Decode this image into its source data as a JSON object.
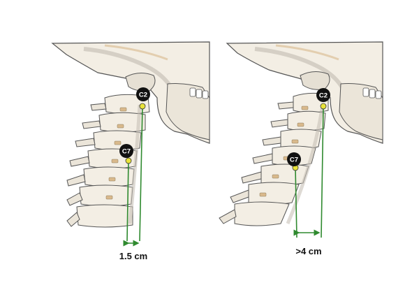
{
  "panels": [
    {
      "id": "left",
      "labels": {
        "upper": "C2",
        "lower": "C7"
      },
      "measurement": "1.5 cm"
    },
    {
      "id": "right",
      "labels": {
        "upper": "C2",
        "lower": "C7"
      },
      "measurement": ">4 cm"
    }
  ],
  "colors": {
    "plumb_line": "#2f8a2f",
    "marker_yellow": "#e8e23a",
    "badge_fill": "#111111",
    "bone_fill": "#f3eee4",
    "bone_stroke": "#555555",
    "shading": "#c8c2b8",
    "accent_tan": "#d9b98c"
  }
}
